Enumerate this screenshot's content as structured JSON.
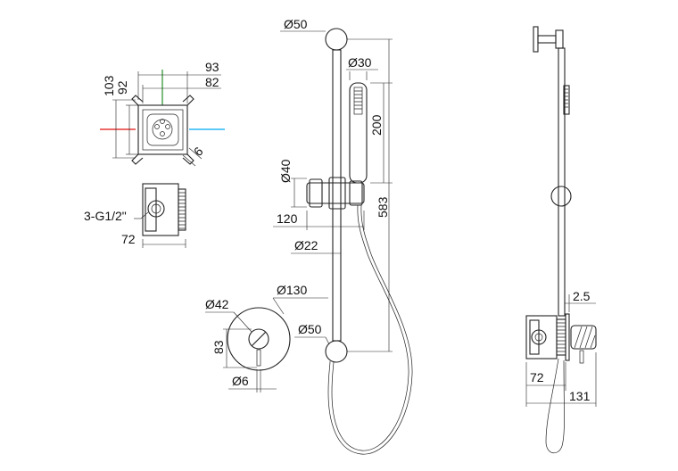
{
  "dimensions": {
    "box_width_outer": "93",
    "box_width_inner": "82",
    "box_height_outer": "103",
    "box_height_inner": "92",
    "box_depth_small": "6",
    "thread_spec": "3-G1/2\"",
    "box_depth": "72",
    "top_disc_dia": "Ø50",
    "handshower_dia": "Ø30",
    "handshower_length": "200",
    "holder_dia": "Ø40",
    "holder_width": "120",
    "rail_length": "583",
    "rail_dia": "Ø22",
    "bottom_disc_dia": "Ø50",
    "plate_dia": "Ø130",
    "handle_dia": "Ø42",
    "handle_offset": "83",
    "spout_dia": "Ø6",
    "plate_thickness": "2.5",
    "side_box_depth": "72",
    "side_total_depth": "131"
  },
  "colors": {
    "hot_line": "#e53935",
    "cold_line": "#29b6f6",
    "axis_line": "#43a047",
    "stroke": "#222222"
  }
}
